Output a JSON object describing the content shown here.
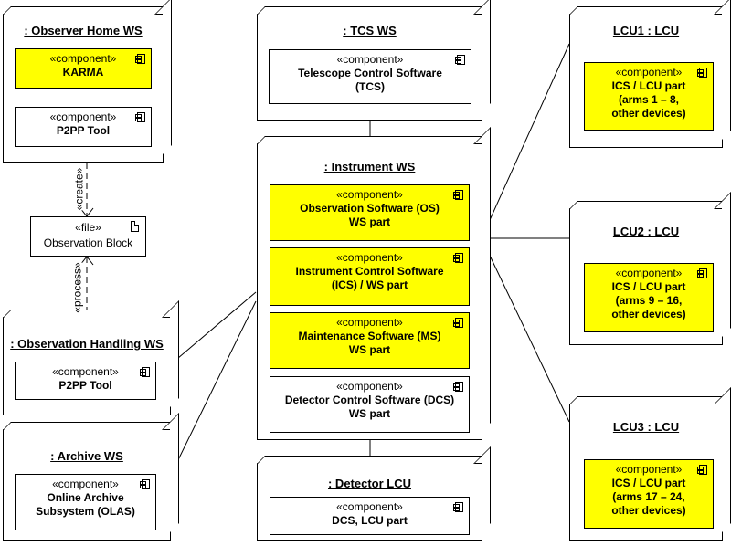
{
  "nodes": {
    "observer_home": {
      "title": ": Observer Home WS"
    },
    "tcs": {
      "title": ": TCS WS"
    },
    "lcu1": {
      "title": "LCU1 : LCU"
    },
    "instrument": {
      "title": ": Instrument WS"
    },
    "lcu2": {
      "title": "LCU2 : LCU"
    },
    "obs_handling": {
      "title": ": Observation Handling WS"
    },
    "archive": {
      "title": ": Archive WS"
    },
    "lcu3": {
      "title": "LCU3 : LCU"
    },
    "detector_lcu": {
      "title": ": Detector LCU"
    }
  },
  "components": {
    "karma": {
      "stereotype": "«component»",
      "name": "KARMA"
    },
    "p2pp_home": {
      "stereotype": "«component»",
      "name": "P2PP Tool"
    },
    "tcs_sw": {
      "stereotype": "«component»",
      "name_l1": "Telescope Control Software",
      "name_l2": "(TCS)"
    },
    "lcu1_part": {
      "stereotype": "«component»",
      "name_l1": "ICS / LCU part",
      "name_l2": "(arms 1 – 8,",
      "name_l3": "other devices)"
    },
    "os": {
      "stereotype": "«component»",
      "name_l1": "Observation Software (OS)",
      "name_l2": "WS part"
    },
    "ics": {
      "stereotype": "«component»",
      "name_l1": "Instrument Control Software",
      "name_l2": "(ICS) /  WS part"
    },
    "ms": {
      "stereotype": "«component»",
      "name_l1": "Maintenance Software (MS)",
      "name_l2": "WS part"
    },
    "dcs": {
      "stereotype": "«component»",
      "name_l1": "Detector Control Software (DCS)",
      "name_l2": "WS part"
    },
    "lcu2_part": {
      "stereotype": "«component»",
      "name_l1": "ICS / LCU part",
      "name_l2": "(arms 9 – 16,",
      "name_l3": "other devices)"
    },
    "p2pp_oh": {
      "stereotype": "«component»",
      "name": "P2PP Tool"
    },
    "olas": {
      "stereotype": "«component»",
      "name_l1": "Online Archive",
      "name_l2": "Subsystem (OLAS)"
    },
    "lcu3_part": {
      "stereotype": "«component»",
      "name_l1": "ICS / LCU part",
      "name_l2": "(arms 17 – 24,",
      "name_l3": "other devices)"
    },
    "dcs_lcu": {
      "stereotype": "«component»",
      "name": "DCS, LCU part"
    }
  },
  "file": {
    "stereotype": "«file»",
    "name": "Observation Block"
  },
  "dependencies": {
    "create": "«create»",
    "process": "«process»"
  },
  "colors": {
    "highlight": "#ffff00",
    "line": "#000000"
  }
}
